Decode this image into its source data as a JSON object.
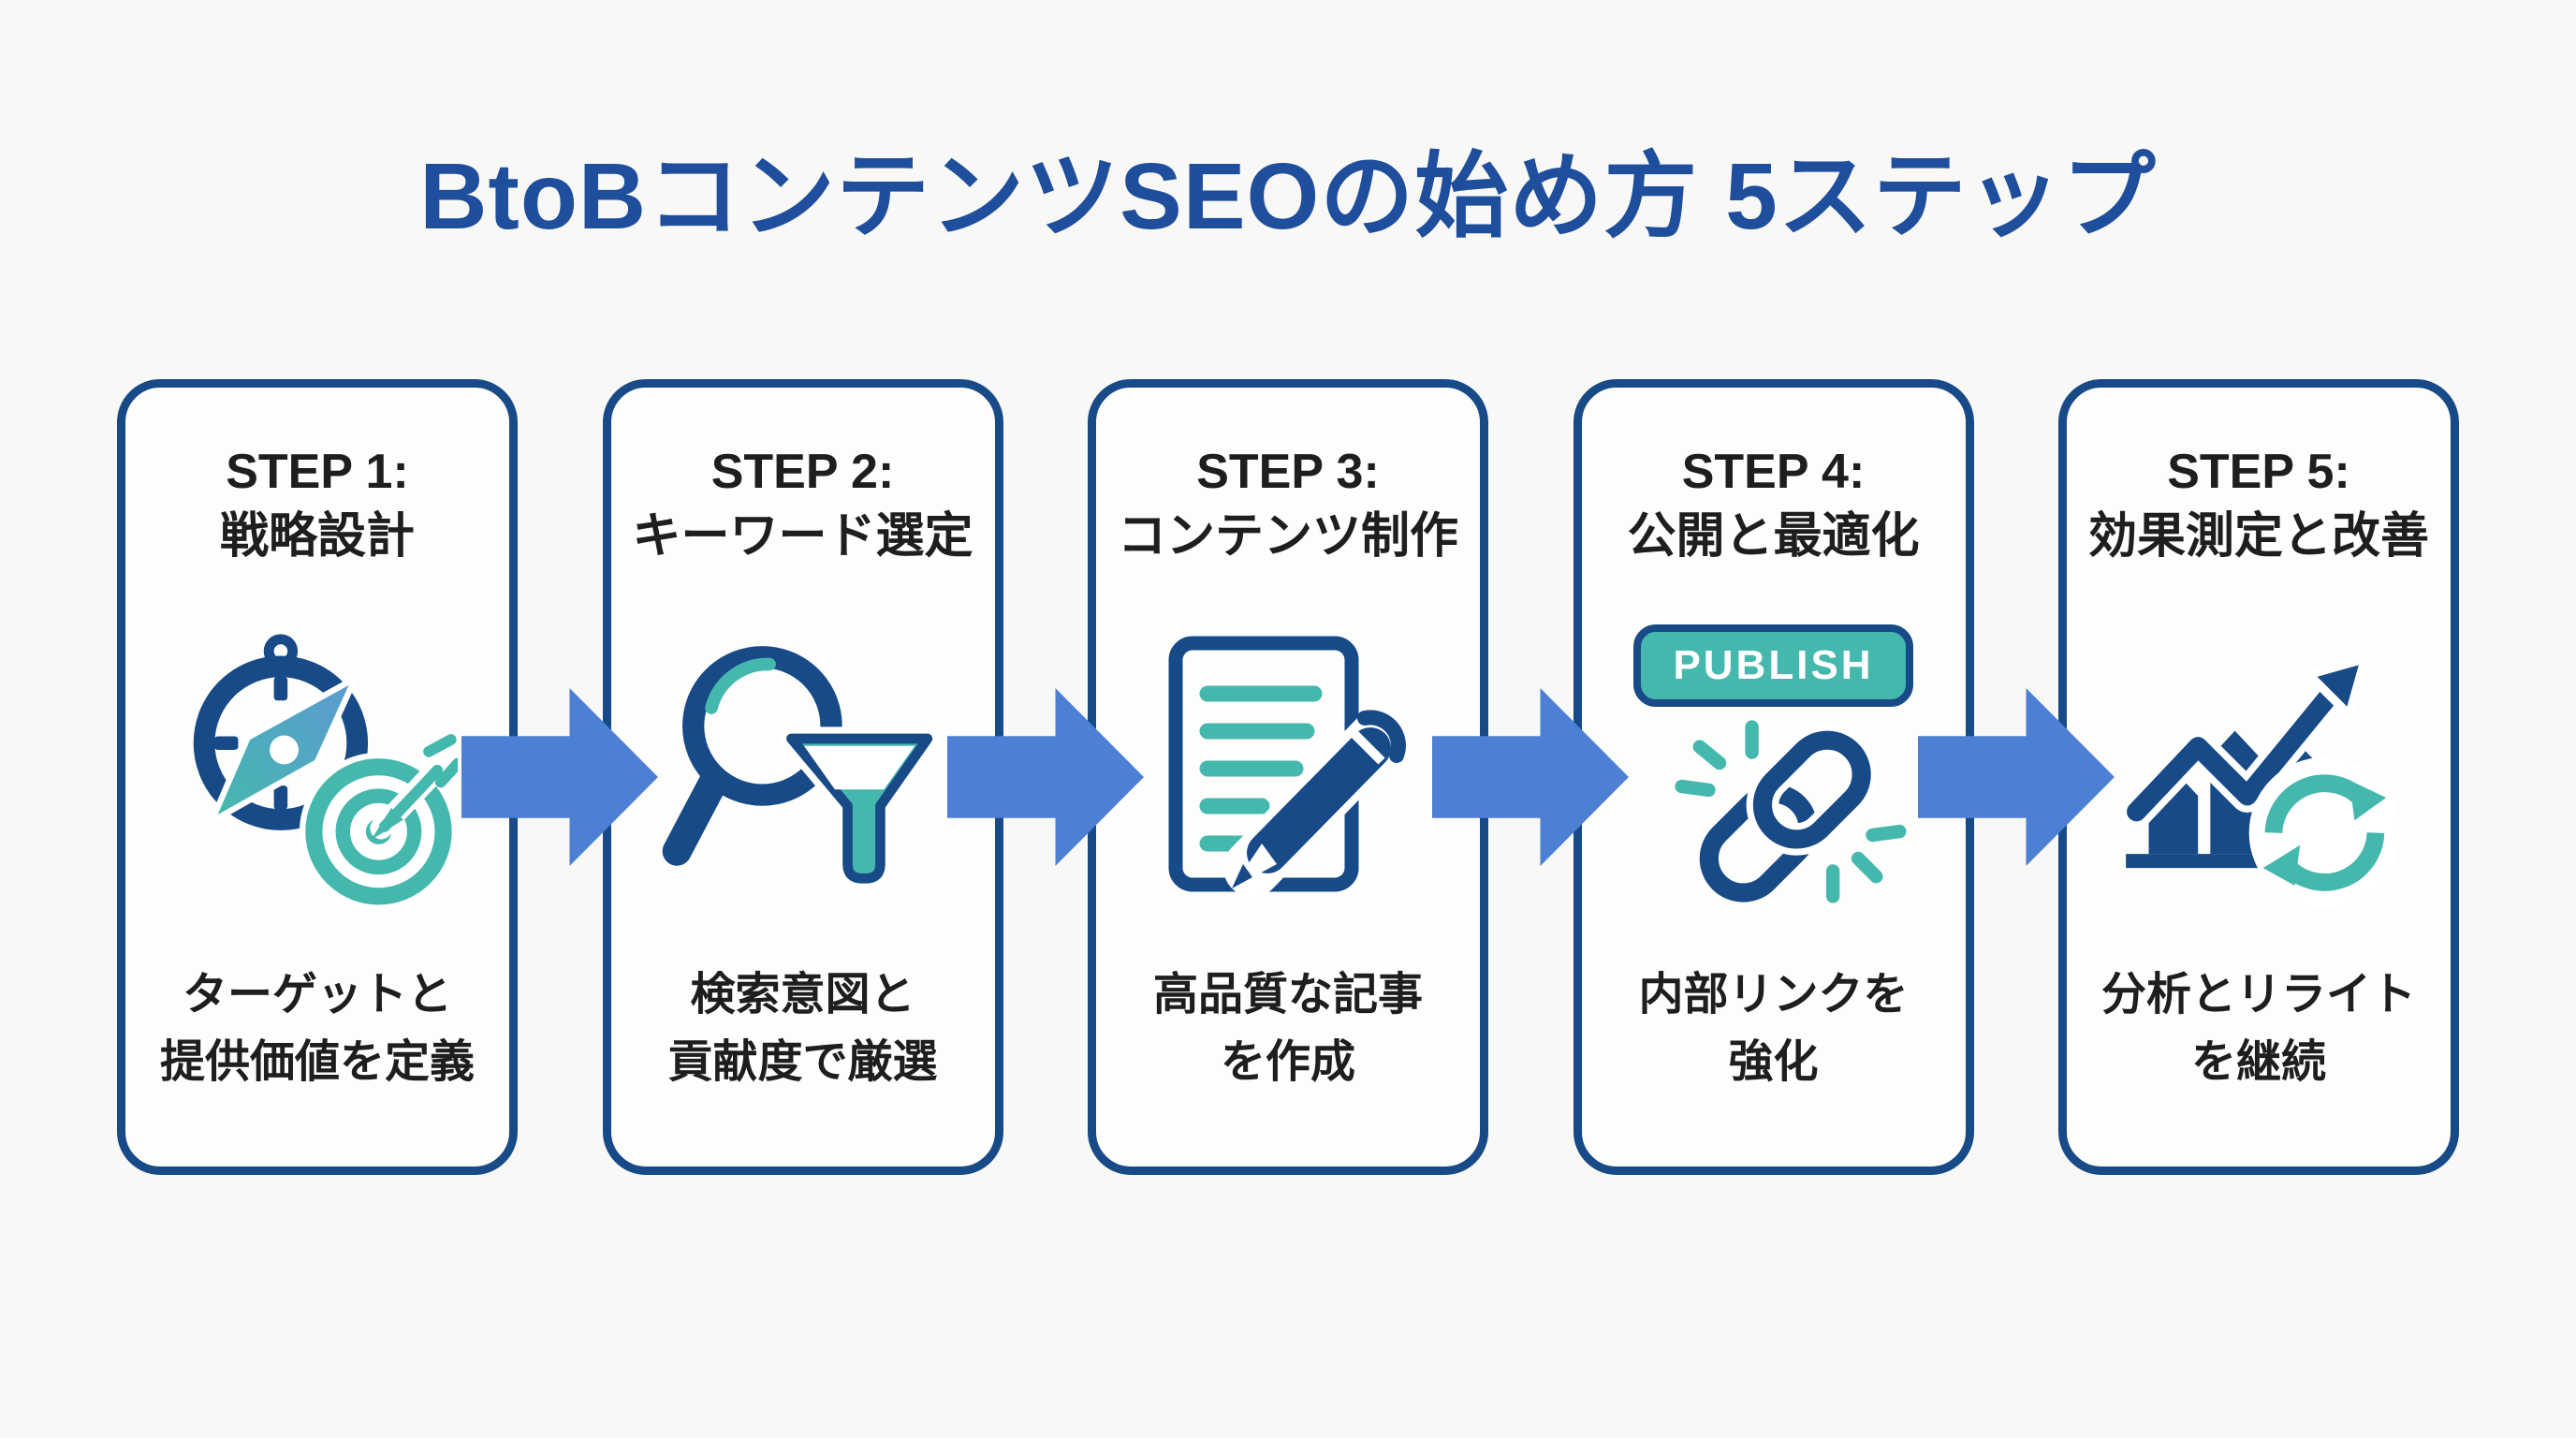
{
  "title": "BtoBコンテンツSEOの始め方 5ステップ",
  "colors": {
    "page_bg": "#f8f8f6",
    "card_bg": "#fdfdfc",
    "navy": "#174a87",
    "title_blue": "#1e4e9c",
    "arrow_blue": "#4d80d4",
    "teal": "#45b8ae",
    "text_dark": "#1e1e20",
    "publish_text": "#ffffff"
  },
  "steps": [
    {
      "step_label": "STEP 1:",
      "heading": "戦略設計",
      "icon": "compass-target-icon",
      "description_line1": "ターゲットと",
      "description_line2": "提供価値を定義"
    },
    {
      "step_label": "STEP 2:",
      "heading": "キーワード選定",
      "icon": "search-funnel-icon",
      "description_line1": "検索意図と",
      "description_line2": "貢献度で厳選"
    },
    {
      "step_label": "STEP 3:",
      "heading": "コンテンツ制作",
      "icon": "document-pen-icon",
      "description_line1": "高品質な記事",
      "description_line2": "を作成"
    },
    {
      "step_label": "STEP 4:",
      "heading": "公開と最適化",
      "icon": "publish-link-icon",
      "publish_button_label": "PUBLISH",
      "description_line1": "内部リンクを",
      "description_line2": "強化"
    },
    {
      "step_label": "STEP 5:",
      "heading": "効果測定と改善",
      "icon": "chart-refresh-icon",
      "description_line1": "分析とリライト",
      "description_line2": "を継続"
    }
  ]
}
